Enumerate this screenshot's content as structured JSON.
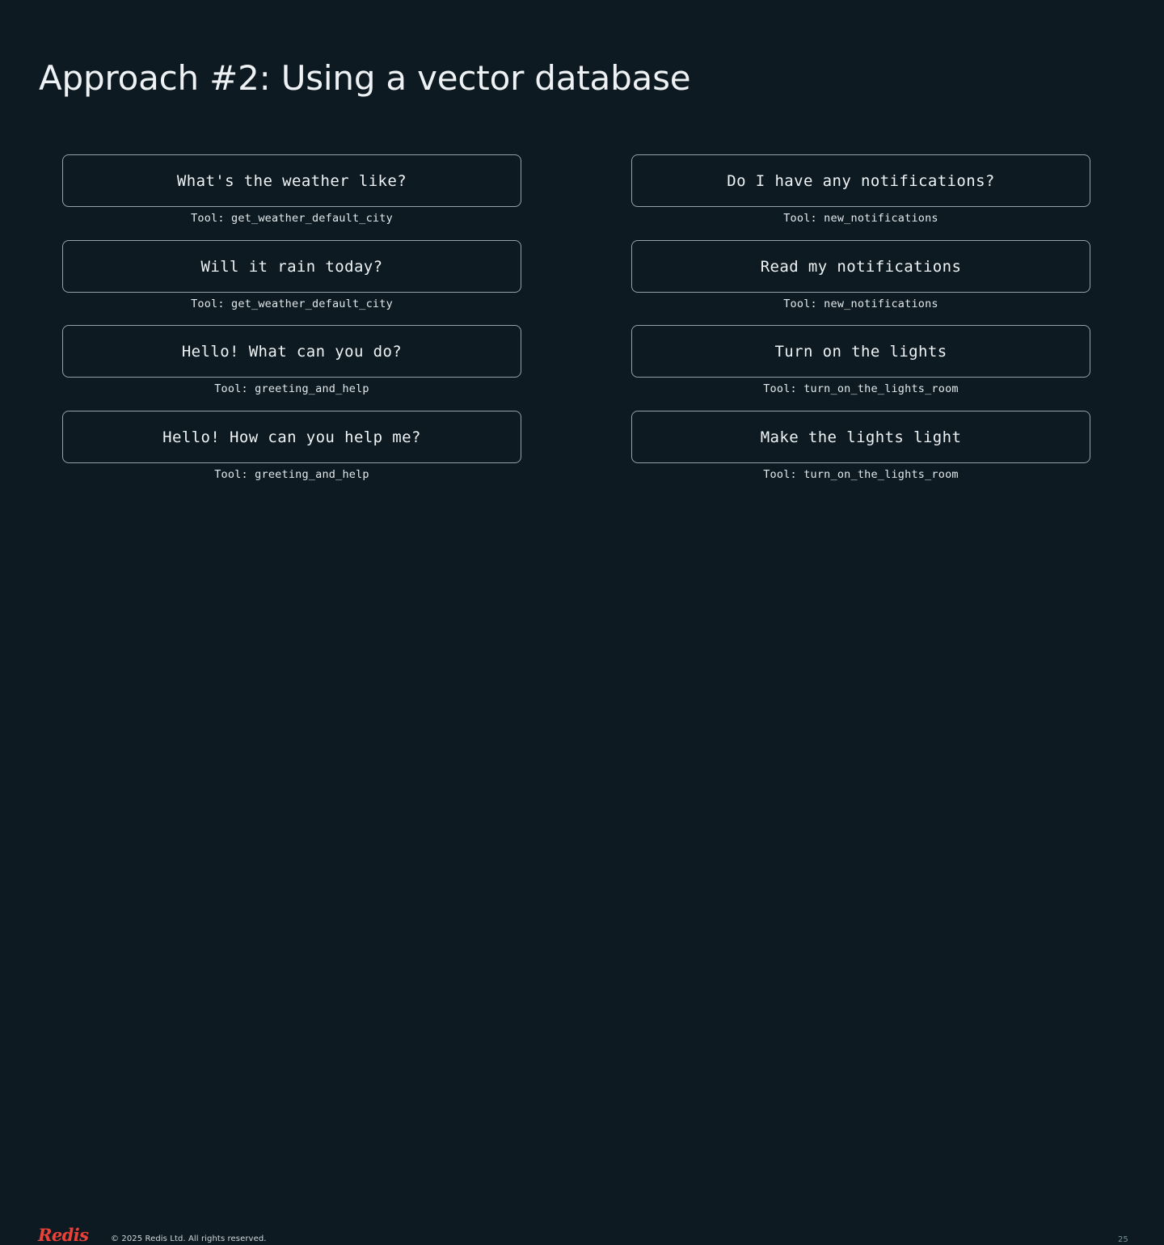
{
  "slide": {
    "title": "Approach #2: Using a vector database",
    "page_number": "25",
    "background_color": "#0d1a21",
    "accent_color": "#eb4138",
    "card_border_color": "#93a3ad"
  },
  "columns": [
    {
      "side": "left",
      "cards": [
        {
          "utterance": "What's the weather like?",
          "tool_label": "Tool: get_weather_default_city"
        },
        {
          "utterance": "Will it rain today?",
          "tool_label": "Tool: get_weather_default_city"
        },
        {
          "utterance": "Hello! What can you do?",
          "tool_label": "Tool: greeting_and_help"
        },
        {
          "utterance": "Hello! How can you help me?",
          "tool_label": "Tool: greeting_and_help"
        }
      ]
    },
    {
      "side": "right",
      "cards": [
        {
          "utterance": "Do I have any notifications?",
          "tool_label": "Tool: new_notifications"
        },
        {
          "utterance": "Read my notifications",
          "tool_label": "Tool: new_notifications"
        },
        {
          "utterance": "Turn on the lights",
          "tool_label": "Tool: turn_on_the_lights_room"
        },
        {
          "utterance": "Make the lights light",
          "tool_label": "Tool: turn_on_the_lights_room"
        }
      ]
    }
  ],
  "footer": {
    "logo_text": "Redis",
    "copyright": "© 2025 Redis Ltd. All rights reserved."
  }
}
